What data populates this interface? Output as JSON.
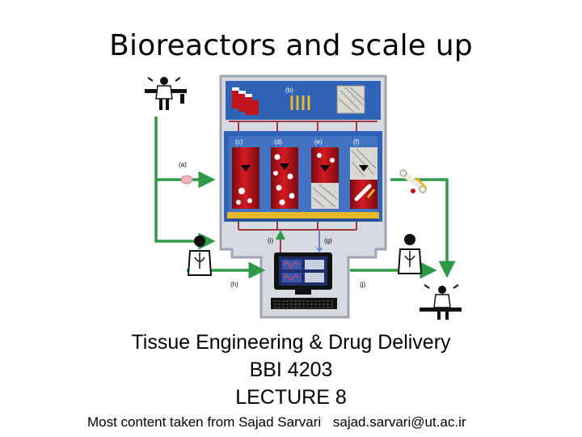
{
  "slide": {
    "title": "Bioreactors and scale up",
    "course_lines": [
      "Tissue Engineering & Drug Delivery",
      "BBI 4203",
      "LECTURE 8"
    ],
    "credit": "Most content taken from Sajad Sarvari",
    "email": "sajad.sarvari@ut.ac.ir"
  },
  "diagram": {
    "panel_labels": {
      "a": "(a)",
      "b": "(b)",
      "c": "(c)",
      "d": "(d)",
      "e": "(e)",
      "f": "(f)",
      "g": "(g)",
      "h": "(h)",
      "i": "(i)",
      "j": "(j)"
    },
    "colors": {
      "outer_frame": "#9ea4b4",
      "blue_panel": "#2f63b8",
      "bioreactor_red": "#c4141b",
      "bioreactor_dark_red": "#7a0b10",
      "flow_line_red": "#9e3a44",
      "arrow_green": "#2e9a48",
      "monitor_screen": "#1f2f6e",
      "scaffold_grey": "#d8d8d0",
      "yellow_line": "#e8b82a"
    }
  }
}
